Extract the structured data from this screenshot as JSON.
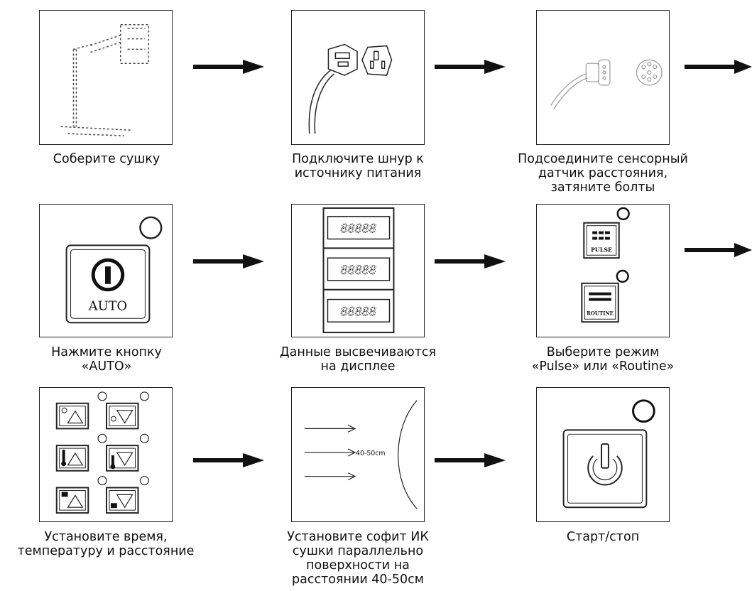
{
  "steps": [
    {
      "id": "assemble",
      "caption": [
        "Соберите сушку"
      ]
    },
    {
      "id": "plug",
      "caption": [
        "Подключите шнур к",
        "источнику питания"
      ]
    },
    {
      "id": "sensor",
      "caption": [
        "Подсоедините сенсорный",
        "датчик расстояния,",
        "затяните болты"
      ]
    },
    {
      "id": "auto",
      "caption": [
        "Нажмите кнопку",
        "«AUTO»"
      ],
      "button_label": "AUTO"
    },
    {
      "id": "display",
      "caption": [
        "Данные высвечиваются",
        "на дисплее"
      ],
      "display_text": "88888"
    },
    {
      "id": "mode",
      "caption": [
        "Выберите режим",
        "«Pulse» или «Routine»"
      ],
      "pulse_label": "PULSE",
      "routine_label": "ROUTINE"
    },
    {
      "id": "settings",
      "caption": [
        "Установите время,",
        "температуру и расстояние"
      ]
    },
    {
      "id": "distance",
      "caption": [
        "Установите софит ИК",
        "сушки параллельно",
        "поверхности на",
        "расстоянии 40-50см"
      ],
      "distance_label": "40-50cm"
    },
    {
      "id": "start",
      "caption": [
        "Старт/стоп"
      ]
    }
  ],
  "colors": {
    "line": "#222222",
    "arrow": "#111111"
  }
}
